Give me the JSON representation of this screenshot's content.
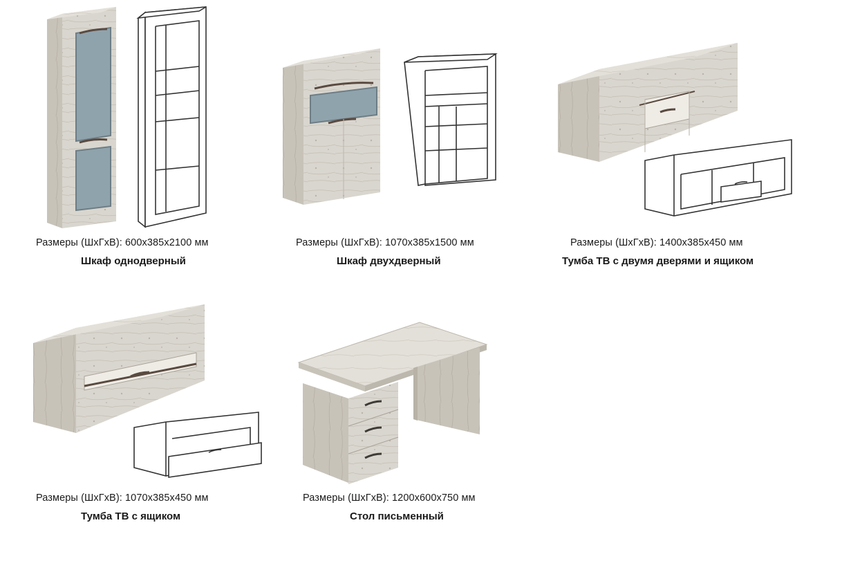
{
  "items": [
    {
      "dims": "Размеры (ШхГхВ): 600x385x2100 мм",
      "title": "Шкаф однодверный"
    },
    {
      "dims": "Размеры (ШхГхВ): 1070x385x1500 мм",
      "title": "Шкаф двухдверный"
    },
    {
      "dims": "Размеры (ШхГхВ): 1400x385x450 мм",
      "title": "Тумба ТВ с двумя дверями и ящиком"
    },
    {
      "dims": "Размеры (ШхГхВ): 1070x385x450 мм",
      "title": "Тумба ТВ с ящиком"
    },
    {
      "dims": "Размеры (ШхГхВ): 1200x600x750 мм",
      "title": "Стол письменный"
    }
  ],
  "colors": {
    "wood_front": "#d9d6cf",
    "wood_side": "#c9c5bc",
    "wood_top": "#e6e3dc",
    "glass": "#8fa3ad",
    "handle": "#5a4a40",
    "line": "#333333"
  }
}
